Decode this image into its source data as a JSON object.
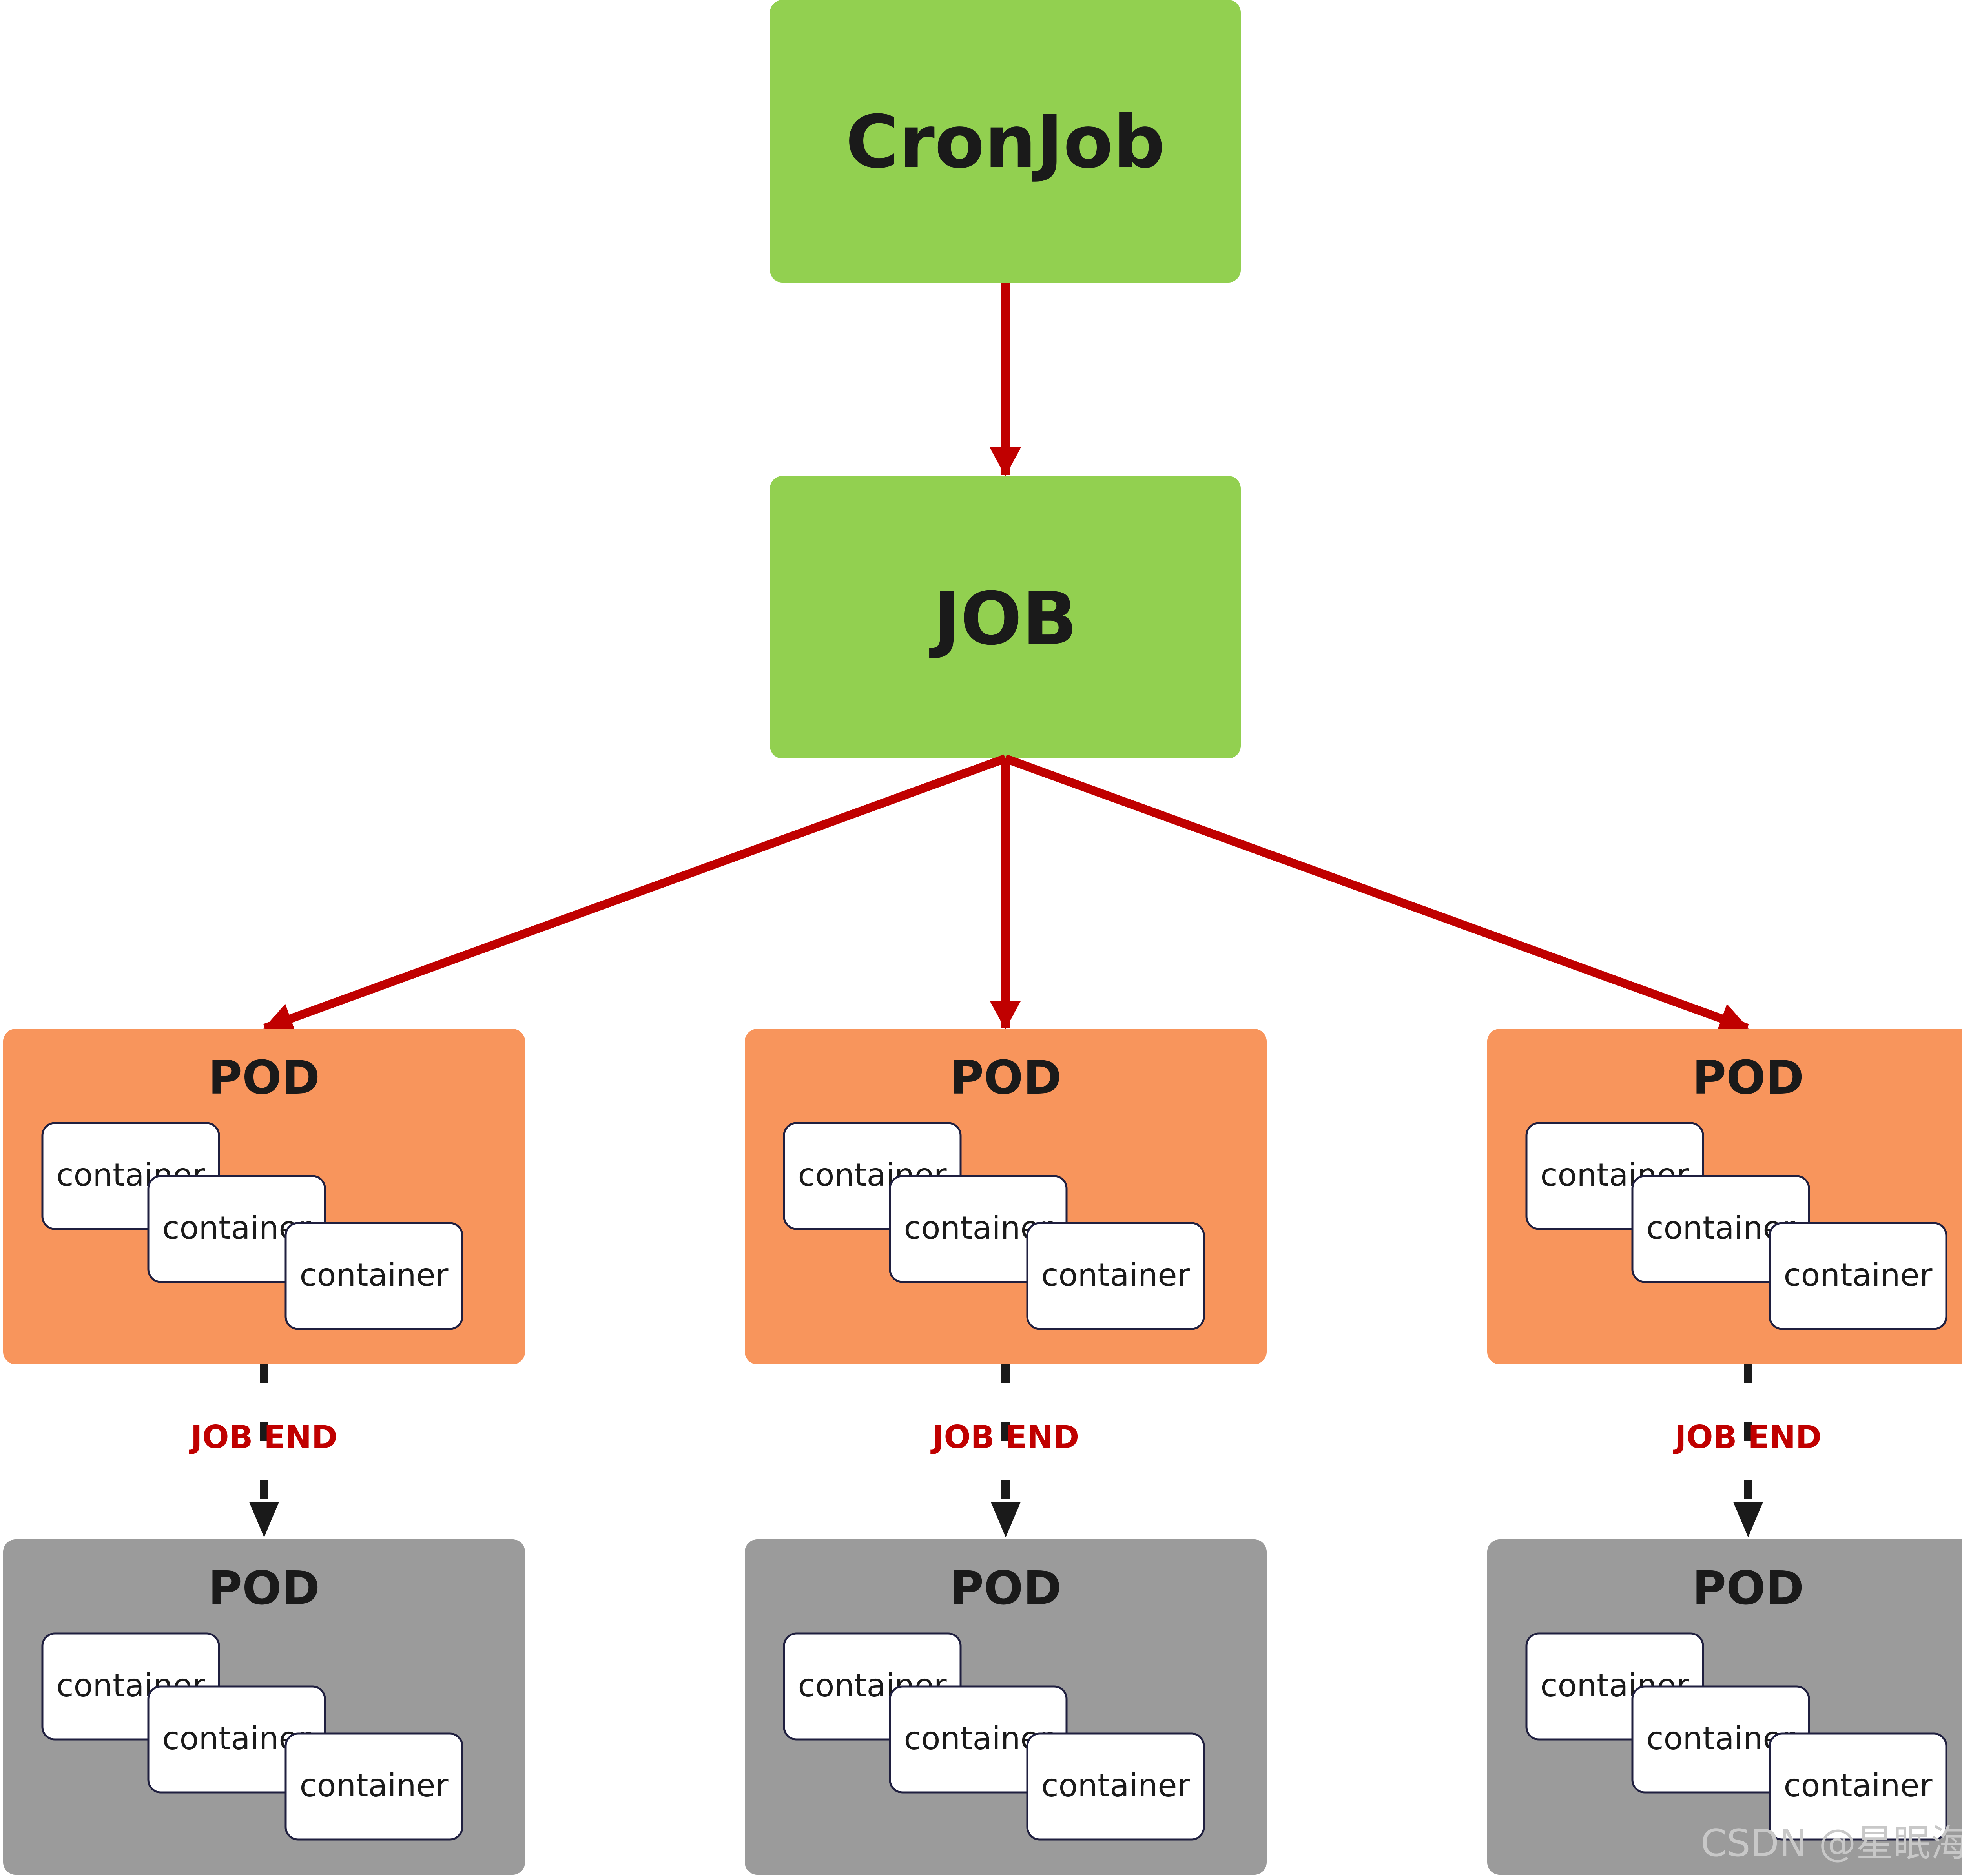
{
  "colors": {
    "job_box": "#92d050",
    "active_pod": "#f8955c",
    "ended_pod": "#9b9b9b",
    "arrow": "#c00000",
    "dashed_arrow": "#1a1a1a",
    "container_fill": "#ffffff",
    "container_border": "#1f1f3f",
    "end_label": "#c00000"
  },
  "cronjob": {
    "label": "CronJob"
  },
  "job": {
    "label": "JOB"
  },
  "columns": [
    {
      "active_pod": {
        "label": "POD",
        "containers": [
          "container",
          "container",
          "container"
        ]
      },
      "transition_label": "JOB END",
      "ended_pod": {
        "label": "POD",
        "containers": [
          "container",
          "container",
          "container"
        ]
      }
    },
    {
      "active_pod": {
        "label": "POD",
        "containers": [
          "container",
          "container",
          "container"
        ]
      },
      "transition_label": "JOB END",
      "ended_pod": {
        "label": "POD",
        "containers": [
          "container",
          "container",
          "container"
        ]
      }
    },
    {
      "active_pod": {
        "label": "POD",
        "containers": [
          "container",
          "container",
          "container"
        ]
      },
      "transition_label": "JOB END",
      "ended_pod": {
        "label": "POD",
        "containers": [
          "container",
          "container",
          "container"
        ]
      }
    }
  ],
  "watermark": "CSDN @星眠海雾"
}
